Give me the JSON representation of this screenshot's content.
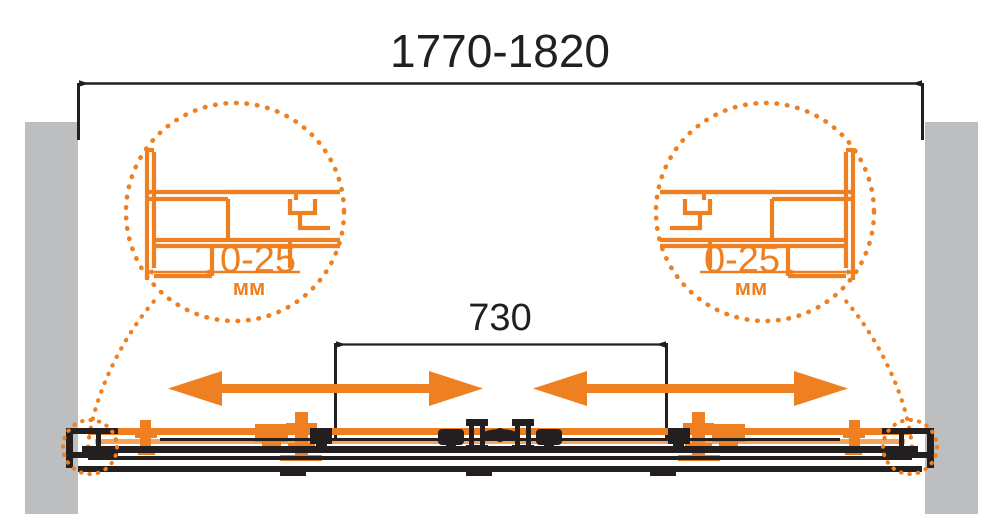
{
  "drawing": {
    "title_dimension": "1770-1820",
    "inner_dimension": "730",
    "detail_left": {
      "value": "0-25",
      "unit": "мм"
    },
    "detail_right": {
      "value": "0-25",
      "unit": "мм"
    },
    "colors": {
      "orange": "#ef8022",
      "orange_dark": "#e2761a",
      "black": "#231f20",
      "wall_gray": "#bcbec0",
      "white": "#ffffff"
    },
    "labels": {
      "left_wall": "wall",
      "right_wall": "wall",
      "left_arrow": "slide-direction-left",
      "right_arrow": "slide-direction-right"
    }
  }
}
